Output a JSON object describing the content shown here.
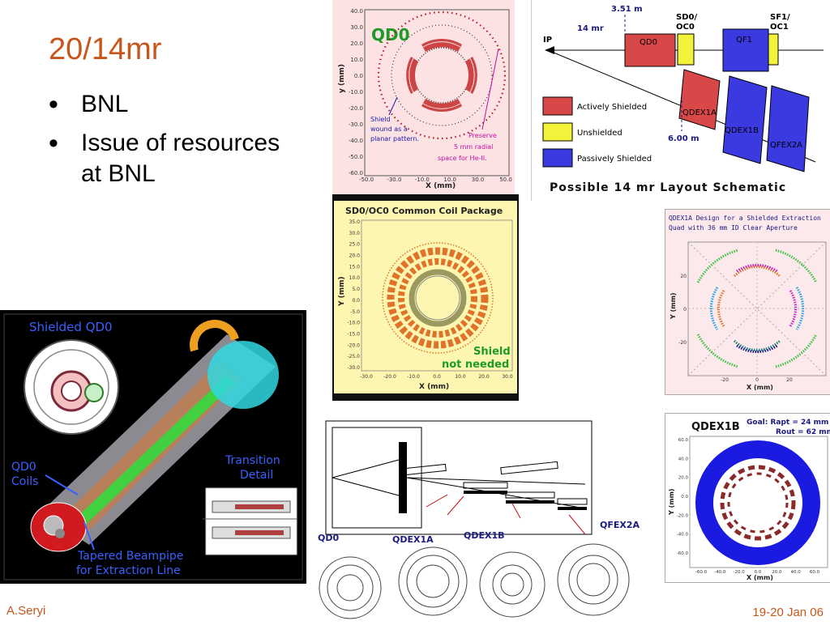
{
  "slide": {
    "title": "20/14mr",
    "bullets": [
      "BNL",
      "Issue of resources at BNL"
    ],
    "bullet2_lines": [
      "Issue of resources",
      "at BNL"
    ],
    "footer_left": "A.Seryi",
    "footer_right": "19-20 Jan 06"
  },
  "qd0_plot": {
    "label": "QD0",
    "yticks": [
      "40.0",
      "30.0",
      "20.0",
      "10.0",
      "0.0",
      "-10.0",
      "-20.0",
      "-30.0",
      "-40.0",
      "-50.0",
      "-60.0"
    ],
    "xticks": [
      "-50.0",
      "-30.0",
      "-10.0",
      "10.0",
      "30.0",
      "50.0"
    ],
    "xlabel": "X (mm)",
    "ylabel": "y (mm)",
    "annotation_shield": [
      "Shield",
      "wound as a",
      "planar pattern."
    ],
    "annotation_preserve": [
      "Preserve",
      "5 mm radial",
      "space for He-II."
    ]
  },
  "sd0_plot": {
    "title": "SD0/OC0 Common Coil Package",
    "yticks": [
      "35.0",
      "30.0",
      "25.0",
      "20.0",
      "15.0",
      "10.0",
      "5.0",
      "0.0",
      "-5.0",
      "-10.0",
      "-15.0",
      "-20.0",
      "-25.0",
      "-30.0"
    ],
    "xticks": [
      "-30.0",
      "-20.0",
      "-10.0",
      "0.0",
      "10.0",
      "20.0",
      "30.0"
    ],
    "xlabel": "X (mm)",
    "ylabel": "Y (mm)",
    "note": [
      "Shield",
      "not needed"
    ]
  },
  "schematic": {
    "label_351": "3.51 m",
    "label_14mr": "14 mr",
    "label_ip": "IP",
    "label_sd0": [
      "SD0/",
      "OC0"
    ],
    "label_sf1": [
      "SF1/",
      "OC1"
    ],
    "label_600": "6.00 m",
    "magnets": [
      "QD0",
      "QF1",
      "QDEX1A",
      "QDEX1B",
      "QFEX2A"
    ],
    "legend": [
      "Actively Shielded",
      "Unshielded",
      "Passively Shielded"
    ],
    "caption": "Possible 14 mr Layout Schematic"
  },
  "qdex1a_plot": {
    "title": [
      "QDEX1A Design for a Shielded Extraction",
      "Quad with 36 mm ID Clear Aperture"
    ],
    "yticks": [
      "20",
      "0",
      "-20"
    ],
    "xticks": [
      "-20",
      "0",
      "20"
    ],
    "xlabel": "X (mm)",
    "ylabel": "Y (mm)"
  },
  "qdex1b_plot": {
    "label": "QDEX1B",
    "goal": [
      "Goal: Rapt = 24 mm",
      "Rout = 62 mm"
    ],
    "yticks": [
      "60.0",
      "40.0",
      "20.0",
      "0.0",
      "-20.0",
      "-40.0",
      "-60.0"
    ],
    "xticks": [
      "-60.0",
      "-40.0",
      "-20.0",
      "0.0",
      "20.0",
      "40.0",
      "60.0"
    ],
    "xlabel": "X (mm)",
    "ylabel": "Y (mm)"
  },
  "render_3d": {
    "title": "Shielded QD0",
    "qd0_coils": [
      "QD0",
      "Coils"
    ],
    "transition": [
      "Transition",
      "Detail"
    ],
    "beampipe": [
      "Tapered Beampipe",
      "for Extraction Line"
    ]
  },
  "layout_drawing": {
    "labels": [
      "QD0",
      "QDEX1A",
      "QDEX1B",
      "QFEX2A"
    ]
  },
  "colors": {
    "title": "#c8561c",
    "active": "#d94848",
    "unshielded": "#f2f23a",
    "passive": "#3a3ae0"
  }
}
